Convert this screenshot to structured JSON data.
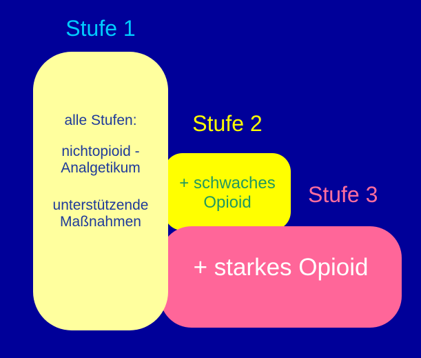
{
  "slide": {
    "background_color": "#000099"
  },
  "steps": [
    {
      "label": "Stufe 1",
      "label_color": "#00ccff",
      "box_color": "#ffff9e",
      "text_color": "#1e3a9a",
      "paragraphs": [
        [
          "alle Stufen:"
        ],
        [
          "nichtopioid -",
          "Analgetikum"
        ],
        [
          "unterstützende",
          "Maßnahmen"
        ]
      ]
    },
    {
      "label": "Stufe 2",
      "label_color": "#ffff00",
      "box_color": "#ffff00",
      "text_color": "#21995f",
      "paragraphs": [
        [
          "+ schwaches",
          "Opioid"
        ]
      ]
    },
    {
      "label": "Stufe 3",
      "label_color": "#ff6e9e",
      "box_color": "#ff6699",
      "text_color": "#ffffff",
      "paragraphs": [
        [
          "+ starkes Opioid"
        ]
      ]
    }
  ]
}
